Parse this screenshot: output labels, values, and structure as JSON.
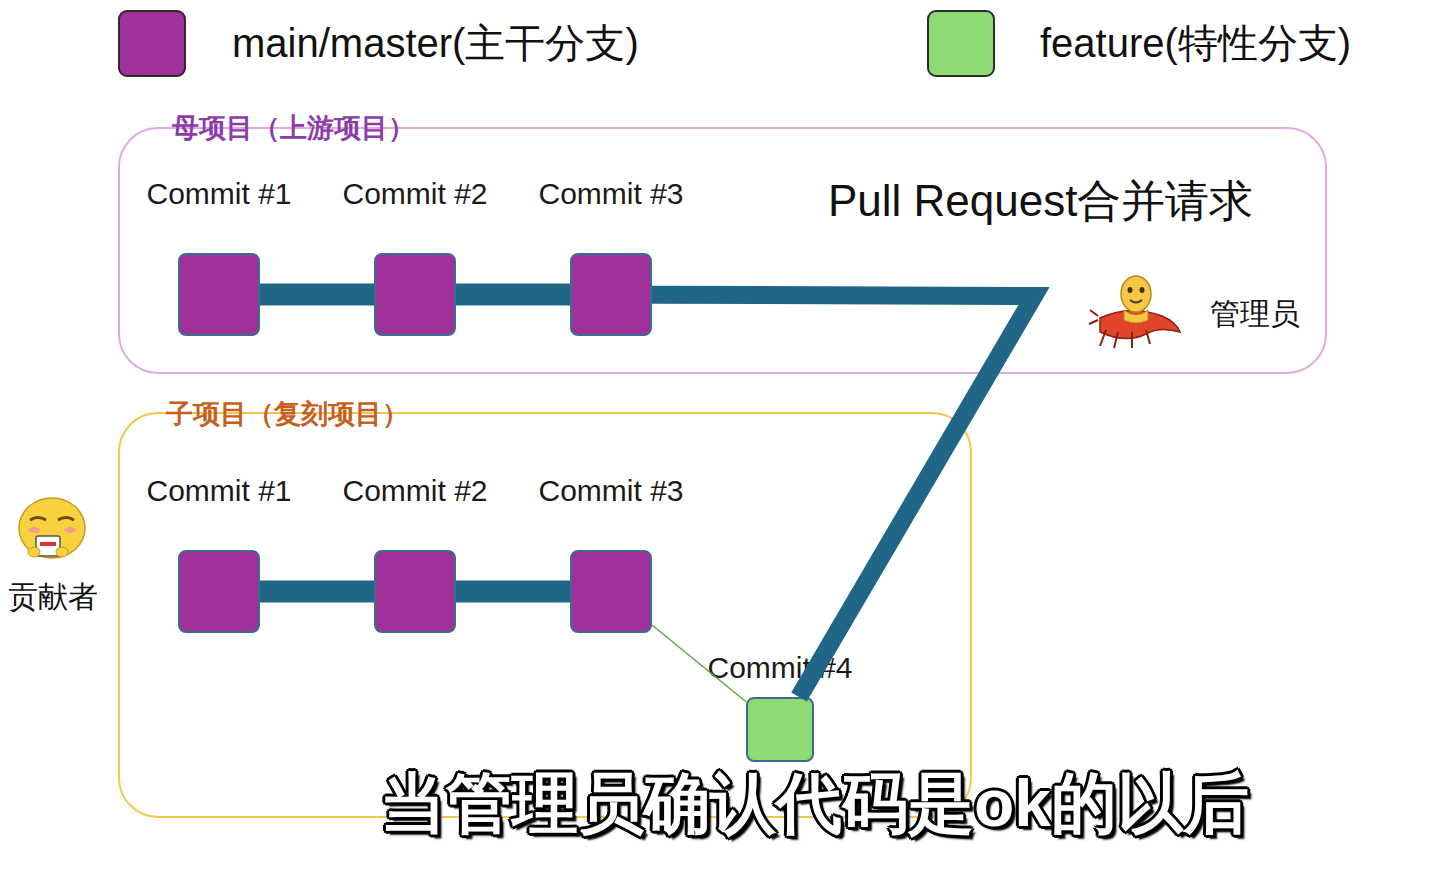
{
  "diagram": {
    "caption": "当管理员确认代码是ok的以后",
    "nodes": [
      {
        "text": [
          "母项目（上游项目）"
        ]
      },
      {
        "text": [
          "Commit #1"
        ],
        "in": 0
      },
      {
        "text": [
          "Commit #2"
        ],
        "in": 0
      },
      {
        "text": [
          "Commit #3"
        ],
        "in": 0
      },
      {
        "text": [
          "子项目（复刻项目）"
        ]
      },
      {
        "text": [
          "Commit #1"
        ],
        "in": 4
      },
      {
        "text": [
          "Commit #2"
        ],
        "in": 4
      },
      {
        "text": [
          "Commit #3"
        ],
        "in": 4
      },
      {
        "text": [
          "Commit #4"
        ],
        "in": 4
      }
    ],
    "edges": [
      {
        "from": 1,
        "to": 2,
        "arrow": "none"
      },
      {
        "from": 2,
        "to": 3,
        "arrow": "none"
      },
      {
        "from": 5,
        "to": 6,
        "arrow": "none"
      },
      {
        "from": 6,
        "to": 7,
        "arrow": "none"
      },
      {
        "from": 7,
        "to": 8,
        "arrow": "none"
      },
      {
        "from": 8,
        "to": 3,
        "arrow": "none",
        "label": "Pull Request合并请求"
      }
    ],
    "labels": [
      "管理员",
      "贡献者"
    ],
    "legend": [
      {
        "text": "main/master(主干分支)",
        "color": "#a0309a"
      },
      {
        "text": "feature(特性分支)",
        "color": "#8ddb72"
      }
    ]
  }
}
